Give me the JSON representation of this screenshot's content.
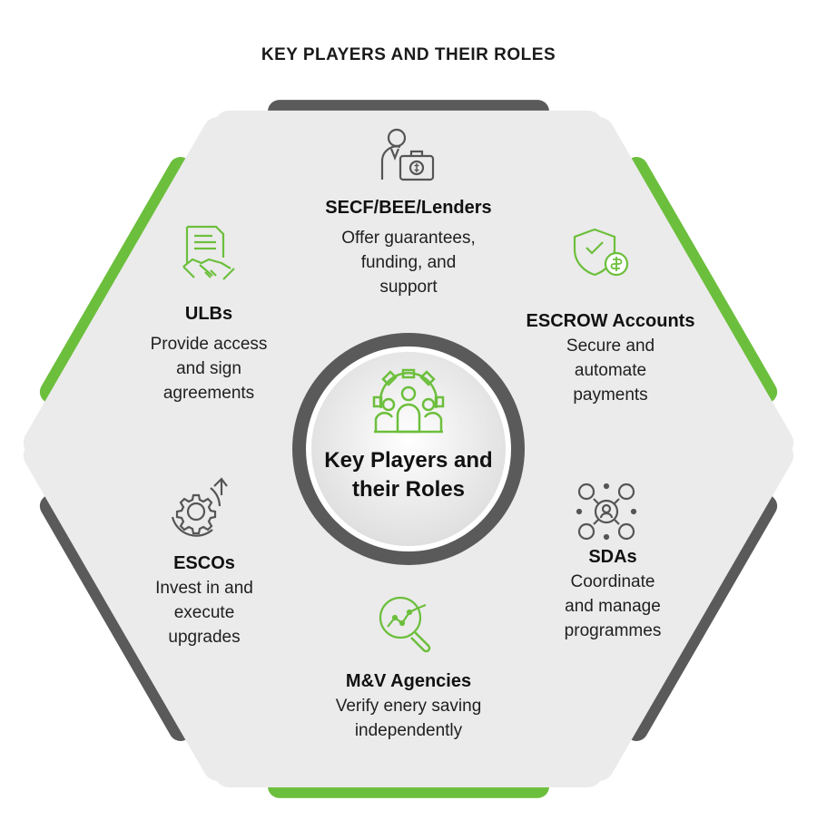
{
  "title": "KEY PLAYERS AND THEIR ROLES",
  "hub": {
    "line1": "Key Players and",
    "line2": "their Roles",
    "icon": "team-gear-icon"
  },
  "colors": {
    "green": "#6cbf3c",
    "dark": "#5a5a5a",
    "panel": "#ebebeb",
    "hubRing": "#5a5a5a"
  },
  "players": [
    {
      "id": "secf",
      "name": "SECF/BEE/Lenders",
      "desc": [
        "Offer guarantees,",
        "funding, and",
        "support"
      ],
      "icon": "finance-person-briefcase-icon",
      "accent": "dark"
    },
    {
      "id": "escrow",
      "name": "ESCROW Accounts",
      "desc": [
        "Secure and",
        "automate",
        "payments"
      ],
      "icon": "shield-dollar-icon",
      "accent": "green"
    },
    {
      "id": "sdas",
      "name": "SDAs",
      "desc": [
        "Coordinate",
        "and manage",
        "programmes"
      ],
      "icon": "network-people-icon",
      "accent": "dark"
    },
    {
      "id": "mv",
      "name": "M&V Agencies",
      "desc": [
        "Verify enery saving",
        "independently"
      ],
      "icon": "magnifier-chart-icon",
      "accent": "green"
    },
    {
      "id": "escos",
      "name": "ESCOs",
      "desc": [
        "Invest in and",
        "execute",
        "upgrades"
      ],
      "icon": "gear-cycle-icon",
      "accent": "dark"
    },
    {
      "id": "ulbs",
      "name": "ULBs",
      "desc": [
        "Provide access",
        "and sign",
        "agreements"
      ],
      "icon": "contract-handshake-icon",
      "accent": "green"
    }
  ]
}
